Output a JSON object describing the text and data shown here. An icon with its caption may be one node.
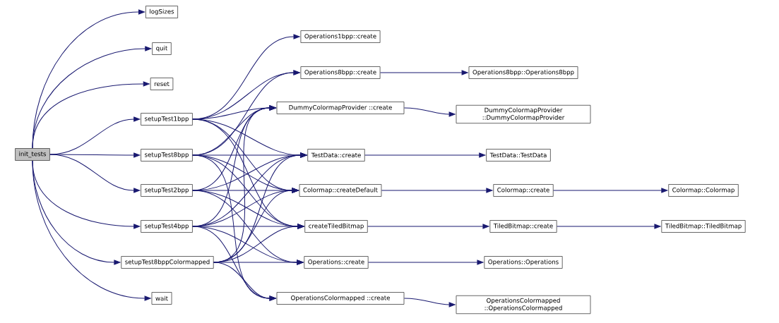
{
  "diagram": {
    "nodes": [
      {
        "text": [
          "init_tests"
        ]
      },
      {
        "text": [
          "logSizes"
        ]
      },
      {
        "text": [
          "quit"
        ]
      },
      {
        "text": [
          "reset"
        ]
      },
      {
        "text": [
          "setupTest1bpp"
        ]
      },
      {
        "text": [
          "setupTest8bpp"
        ]
      },
      {
        "text": [
          "setupTest2bpp"
        ]
      },
      {
        "text": [
          "setupTest4bpp"
        ]
      },
      {
        "text": [
          "setupTest8bppColormapped"
        ]
      },
      {
        "text": [
          "wait"
        ]
      },
      {
        "text": [
          "Operations1bpp::create"
        ]
      },
      {
        "text": [
          "Operations8bpp::create"
        ]
      },
      {
        "text": [
          "DummyColormapProvider ::create"
        ]
      },
      {
        "text": [
          "TestData::create"
        ]
      },
      {
        "text": [
          "Colormap::createDefault"
        ]
      },
      {
        "text": [
          "createTiledBitmap"
        ]
      },
      {
        "text": [
          "Operations::create"
        ]
      },
      {
        "text": [
          "OperationsColormapped ::create"
        ]
      },
      {
        "text": [
          "Operations8bpp::Operations8bpp"
        ]
      },
      {
        "text": [
          "DummyColormapProvider ::DummyColormapProvider"
        ]
      },
      {
        "text": [
          "TestData::TestData"
        ]
      },
      {
        "text": [
          "Colormap::create"
        ]
      },
      {
        "text": [
          "Colormap::Colormap"
        ]
      },
      {
        "text": [
          "TiledBitmap::create"
        ]
      },
      {
        "text": [
          "TiledBitmap::TiledBitmap"
        ]
      },
      {
        "text": [
          "Operations::Operations"
        ]
      },
      {
        "text": [
          "OperationsColormapped ::OperationsColormapped"
        ]
      }
    ],
    "edges": [
      {
        "from": 0,
        "to": 1,
        "arrow": "to"
      },
      {
        "from": 0,
        "to": 2,
        "arrow": "to"
      },
      {
        "from": 0,
        "to": 3,
        "arrow": "to"
      },
      {
        "from": 0,
        "to": 4,
        "arrow": "to"
      },
      {
        "from": 0,
        "to": 5,
        "arrow": "to"
      },
      {
        "from": 0,
        "to": 6,
        "arrow": "to"
      },
      {
        "from": 0,
        "to": 7,
        "arrow": "to"
      },
      {
        "from": 0,
        "to": 8,
        "arrow": "to"
      },
      {
        "from": 0,
        "to": 9,
        "arrow": "to"
      },
      {
        "from": 4,
        "to": 10,
        "arrow": "to"
      },
      {
        "from": 4,
        "to": 11,
        "arrow": "to"
      },
      {
        "from": 4,
        "to": 12,
        "arrow": "to"
      },
      {
        "from": 4,
        "to": 13,
        "arrow": "to"
      },
      {
        "from": 4,
        "to": 14,
        "arrow": "to"
      },
      {
        "from": 4,
        "to": 15,
        "arrow": "to"
      },
      {
        "from": 5,
        "to": 11,
        "arrow": "to"
      },
      {
        "from": 5,
        "to": 12,
        "arrow": "to"
      },
      {
        "from": 5,
        "to": 13,
        "arrow": "to"
      },
      {
        "from": 5,
        "to": 14,
        "arrow": "to"
      },
      {
        "from": 5,
        "to": 15,
        "arrow": "to"
      },
      {
        "from": 5,
        "to": 17,
        "arrow": "to"
      },
      {
        "from": 6,
        "to": 12,
        "arrow": "to"
      },
      {
        "from": 6,
        "to": 13,
        "arrow": "to"
      },
      {
        "from": 6,
        "to": 14,
        "arrow": "to"
      },
      {
        "from": 6,
        "to": 15,
        "arrow": "to"
      },
      {
        "from": 6,
        "to": 16,
        "arrow": "to"
      },
      {
        "from": 7,
        "to": 12,
        "arrow": "to"
      },
      {
        "from": 7,
        "to": 13,
        "arrow": "to"
      },
      {
        "from": 7,
        "to": 14,
        "arrow": "to"
      },
      {
        "from": 7,
        "to": 15,
        "arrow": "to"
      },
      {
        "from": 7,
        "to": 16,
        "arrow": "to"
      },
      {
        "from": 7,
        "to": 17,
        "arrow": "to"
      },
      {
        "from": 8,
        "to": 12,
        "arrow": "to"
      },
      {
        "from": 8,
        "to": 13,
        "arrow": "to"
      },
      {
        "from": 8,
        "to": 14,
        "arrow": "to"
      },
      {
        "from": 8,
        "to": 15,
        "arrow": "to"
      },
      {
        "from": 8,
        "to": 16,
        "arrow": "to"
      },
      {
        "from": 8,
        "to": 17,
        "arrow": "to"
      },
      {
        "from": 11,
        "to": 18,
        "arrow": "to"
      },
      {
        "from": 12,
        "to": 19,
        "arrow": "to"
      },
      {
        "from": 13,
        "to": 20,
        "arrow": "to"
      },
      {
        "from": 14,
        "to": 21,
        "arrow": "to"
      },
      {
        "from": 21,
        "to": 22,
        "arrow": "to"
      },
      {
        "from": 15,
        "to": 23,
        "arrow": "to"
      },
      {
        "from": 23,
        "to": 24,
        "arrow": "to"
      },
      {
        "from": 16,
        "to": 25,
        "arrow": "to"
      },
      {
        "from": 17,
        "to": 26,
        "arrow": "to"
      }
    ]
  }
}
